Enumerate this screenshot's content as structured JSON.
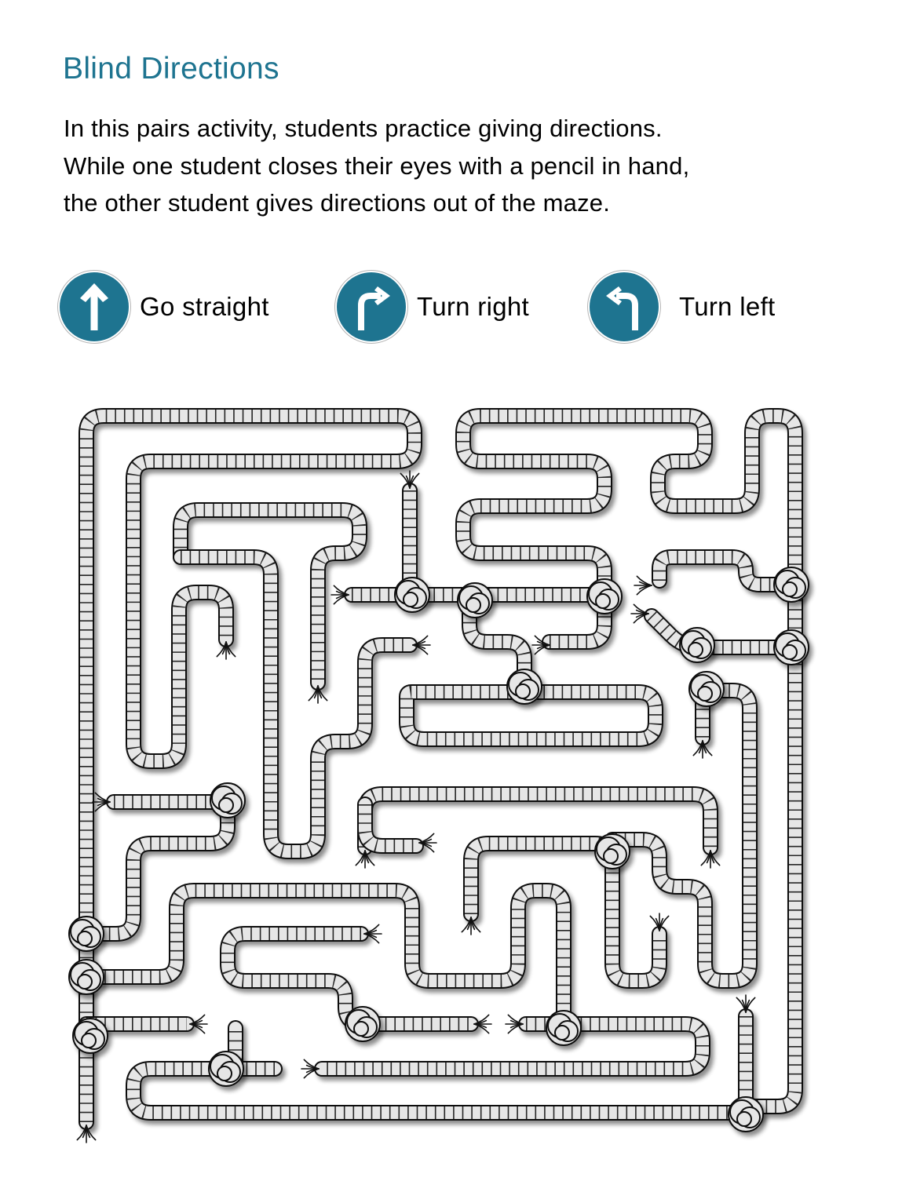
{
  "page": {
    "title": "Blind Directions",
    "intro_lines": [
      "In this pairs activity, students practice giving directions.",
      "While one student closes their eyes with a pencil in hand,",
      "the other student gives directions out of the maze."
    ]
  },
  "legend": [
    {
      "icon": "arrow-up-icon",
      "label": "Go straight"
    },
    {
      "icon": "arrow-turn-right-icon",
      "label": "Turn right"
    },
    {
      "icon": "arrow-turn-left-icon",
      "label": "Turn left"
    }
  ],
  "colors": {
    "accent": "#1e7490",
    "rope_fill": "#e6e6e6",
    "rope_outline": "#111111"
  },
  "maze": {
    "type": "rope-maze",
    "description": "Rope maze with knots and frayed rope ends"
  }
}
